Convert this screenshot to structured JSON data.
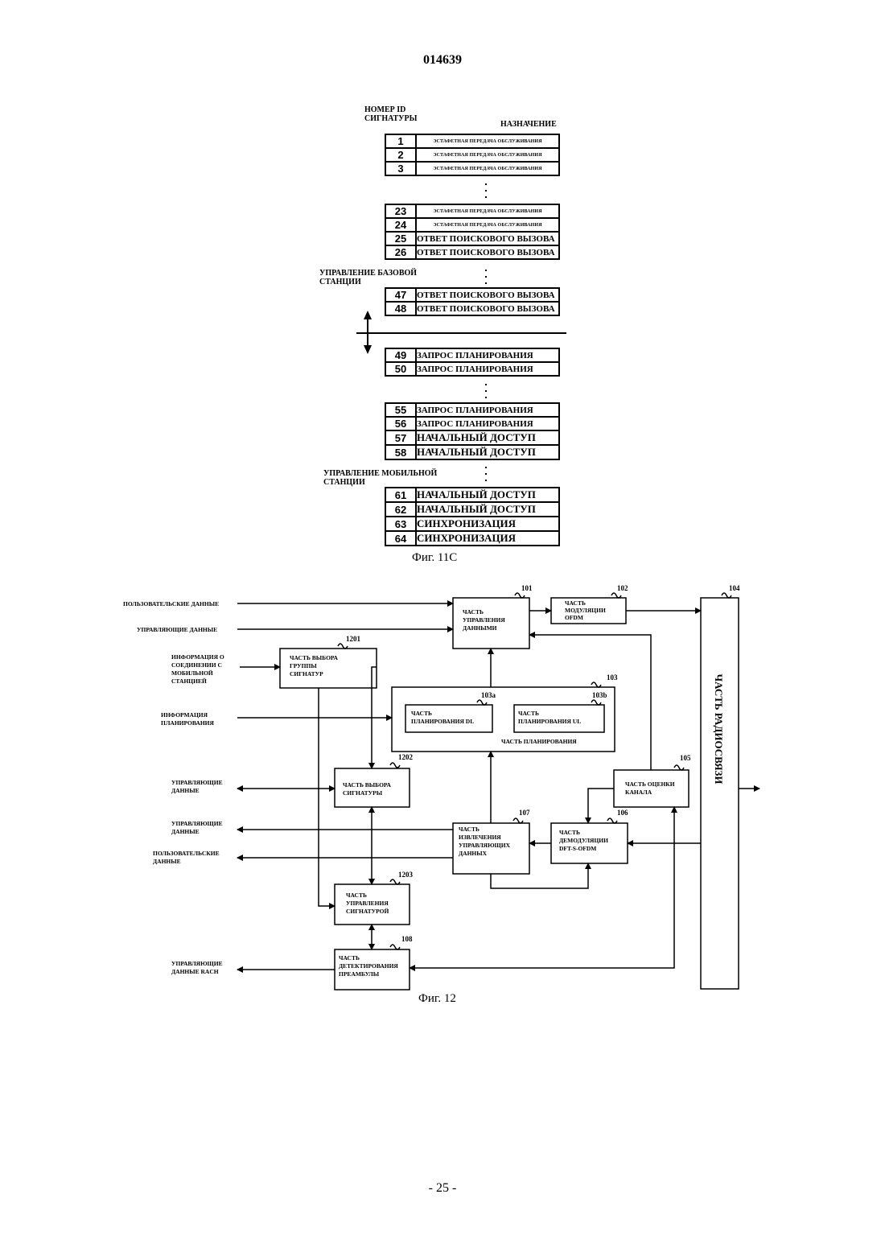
{
  "document_number": "014639",
  "page_number": "- 25 -",
  "fig11c": {
    "caption": "Фиг. 11С",
    "col_id_header": [
      "НОМЕР ID",
      "СИГНАТУРЫ"
    ],
    "col_purpose_header": "НАЗНАЧЕНИЕ",
    "base_station_label": [
      "УПРАВЛЕНИЕ БАЗОВОЙ",
      "СТАНЦИИ"
    ],
    "mobile_station_label": [
      "УПРАВЛЕНИЕ МОБИЛЬНОЙ",
      "СТАНЦИИ"
    ],
    "groups": [
      [
        {
          "id": "1",
          "purpose": "ЭСТАФЕТНАЯ ПЕРЕДАЧА ОБСЛУЖИВАНИЯ",
          "size": "tiny"
        },
        {
          "id": "2",
          "purpose": "ЭСТАФЕТНАЯ ПЕРЕДАЧА ОБСЛУЖИВАНИЯ",
          "size": "tiny"
        },
        {
          "id": "3",
          "purpose": "ЭСТАФЕТНАЯ ПЕРЕДАЧА ОБСЛУЖИВАНИЯ",
          "size": "tiny"
        }
      ],
      [
        {
          "id": "23",
          "purpose": "ЭСТАФЕТНАЯ ПЕРЕДАЧА ОБСЛУЖИВАНИЯ",
          "size": "tiny"
        },
        {
          "id": "24",
          "purpose": "ЭСТАФЕТНАЯ ПЕРЕДАЧА ОБСЛУЖИВАНИЯ",
          "size": "tiny"
        },
        {
          "id": "25",
          "purpose": "ОТВЕТ ПОИСКОВОГО ВЫЗОВА",
          "size": "mid"
        },
        {
          "id": "26",
          "purpose": "ОТВЕТ ПОИСКОВОГО ВЫЗОВА",
          "size": "mid"
        }
      ],
      [
        {
          "id": "47",
          "purpose": "ОТВЕТ ПОИСКОВОГО ВЫЗОВА",
          "size": "mid"
        },
        {
          "id": "48",
          "purpose": "ОТВЕТ ПОИСКОВОГО ВЫЗОВА",
          "size": "mid"
        }
      ],
      [
        {
          "id": "49",
          "purpose": "ЗАПРОС ПЛАНИРОВАНИЯ",
          "size": "mid"
        },
        {
          "id": "50",
          "purpose": "ЗАПРОС ПЛАНИРОВАНИЯ",
          "size": "mid"
        }
      ],
      [
        {
          "id": "55",
          "purpose": "ЗАПРОС ПЛАНИРОВАНИЯ",
          "size": "mid"
        },
        {
          "id": "56",
          "purpose": "ЗАПРОС ПЛАНИРОВАНИЯ",
          "size": "mid"
        },
        {
          "id": "57",
          "purpose": "НАЧАЛЬНЫЙ ДОСТУП",
          "size": "big"
        },
        {
          "id": "58",
          "purpose": "НАЧАЛЬНЫЙ ДОСТУП",
          "size": "big"
        }
      ],
      [
        {
          "id": "61",
          "purpose": "НАЧАЛЬНЫЙ ДОСТУП",
          "size": "big"
        },
        {
          "id": "62",
          "purpose": "НАЧАЛЬНЫЙ ДОСТУП",
          "size": "big"
        },
        {
          "id": "63",
          "purpose": "СИНХРОНИЗАЦИЯ",
          "size": "big"
        },
        {
          "id": "64",
          "purpose": "СИНХРОНИЗАЦИЯ",
          "size": "big"
        }
      ]
    ]
  },
  "fig12": {
    "caption": "Фиг. 12",
    "inputs": {
      "user_data": "ПОЛЬЗОВАТЕЛЬСКИЕ ДАННЫЕ",
      "control_data": "УПРАВЛЯЮЩИЕ ДАННЫЕ",
      "connection_info": [
        "ИНФОРМАЦИЯ О",
        "СОЕДИНЕНИИ С",
        "МОБИЛЬНОЙ",
        "СТАНЦИЕЙ"
      ],
      "scheduling_info": [
        "ИНФОРМАЦИЯ",
        "ПЛАНИРОВАНИЯ"
      ]
    },
    "outputs": {
      "control_data_1": [
        "УПРАВЛЯЮЩИЕ",
        "ДАННЫЕ"
      ],
      "control_data_2": [
        "УПРАВЛЯЮЩИЕ",
        "ДАННЫЕ"
      ],
      "user_data_out": [
        "ПОЛЬЗОВАТЕЛЬСКИЕ",
        "ДАННЫЕ"
      ],
      "rach_control": [
        "УПРАВЛЯЮЩИЕ",
        "ДАННЫЕ RACH"
      ]
    },
    "blocks": {
      "b101": {
        "ref": "101",
        "lines": [
          "ЧАСТЬ",
          "УПРАВЛЕНИЯ",
          "ДАННЫМИ"
        ]
      },
      "b102": {
        "ref": "102",
        "lines": [
          "ЧАСТЬ",
          "МОДУЛЯЦИИ",
          "OFDM"
        ]
      },
      "b103": {
        "ref": "103",
        "lines": [
          "ЧАСТЬ ПЛАНИРОВАНИЯ"
        ]
      },
      "b103a": {
        "ref": "103a",
        "lines": [
          "ЧАСТЬ",
          "ПЛАНИРОВАНИЯ DL"
        ]
      },
      "b103b": {
        "ref": "103b",
        "lines": [
          "ЧАСТЬ",
          "ПЛАНИРОВАНИЯ UL"
        ]
      },
      "b104": {
        "ref": "104",
        "lines": [
          "ЧАСТЬ РАДИОСВЯЗИ"
        ]
      },
      "b105": {
        "ref": "105",
        "lines": [
          "ЧАСТЬ ОЦЕНКИ",
          "КАНАЛА"
        ]
      },
      "b106": {
        "ref": "106",
        "lines": [
          "ЧАСТЬ",
          "ДЕМОДУЛЯЦИИ",
          "DFT-S-OFDM"
        ]
      },
      "b107": {
        "ref": "107",
        "lines": [
          "ЧАСТЬ",
          "ИЗВЛЕЧЕНИЯ",
          "УПРАВЛЯЮЩИХ",
          "ДАННЫХ"
        ]
      },
      "b108": {
        "ref": "108",
        "lines": [
          "ЧАСТЬ",
          "ДЕТЕКТИРОВАНИЯ",
          "ПРЕАМБУЛЫ"
        ]
      },
      "b1201": {
        "ref": "1201",
        "lines": [
          "ЧАСТЬ ВЫБОРА",
          "ГРУППЫ",
          "СИГНАТУР"
        ]
      },
      "b1202": {
        "ref": "1202",
        "lines": [
          "ЧАСТЬ ВЫБОРА",
          "СИГНАТУРЫ"
        ]
      },
      "b1203": {
        "ref": "1203",
        "lines": [
          "ЧАСТЬ",
          "УПРАВЛЕНИЯ",
          "СИГНАТУРОЙ"
        ]
      }
    }
  }
}
